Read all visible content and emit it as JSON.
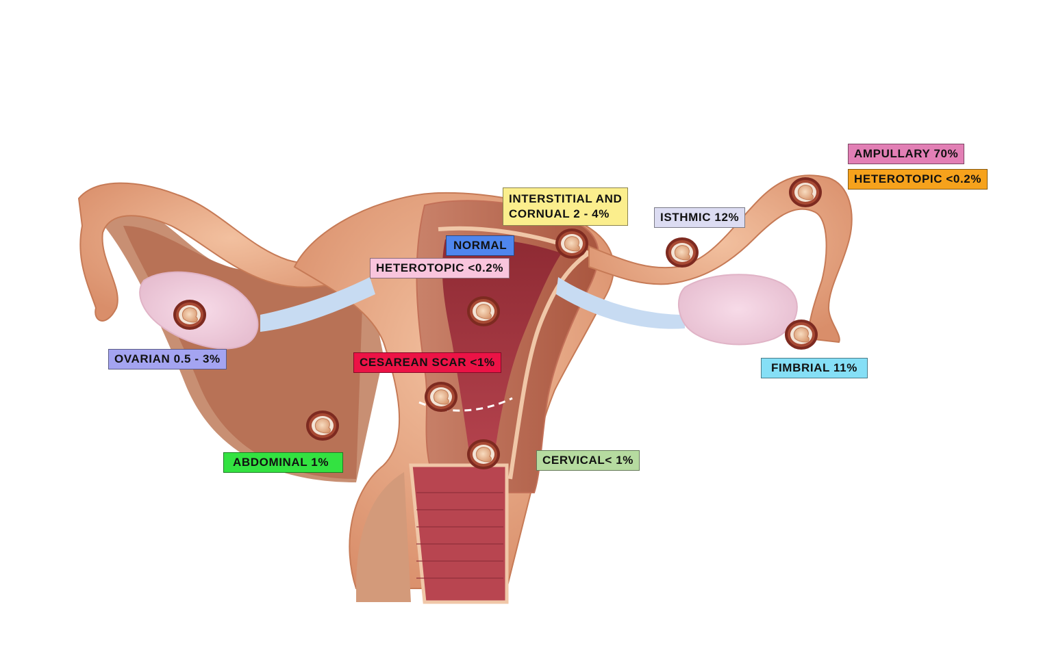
{
  "labels": {
    "ampullary": {
      "text": "AMPULLARY 70%",
      "color": "#e27fb5"
    },
    "heterotopic_tube": {
      "text": "HETEROTOPIC <0.2%",
      "color": "#f6a21c"
    },
    "interstitial": {
      "text": "INTERSTITIAL AND\nCORNUAL 2 - 4%",
      "color": "#fbee8d"
    },
    "isthmic": {
      "text": "ISTHMIC 12%",
      "color": "#dcdcf2"
    },
    "normal": {
      "text": "NORMAL",
      "color": "#4f86ee"
    },
    "heterotopic_uterus": {
      "text": "HETEROTOPIC <0.2%",
      "color": "#f9c5dd"
    },
    "ovarian": {
      "text": "OVARIAN 0.5 - 3%",
      "color": "#a4a4f1"
    },
    "cesarean": {
      "text": "CESAREAN SCAR <1%",
      "color": "#ec1346"
    },
    "fimbrial": {
      "text": "FIMBRIAL 11%",
      "color": "#85dff6"
    },
    "abdominal": {
      "text": "ABDOMINAL 1%",
      "color": "#33e241"
    },
    "cervical": {
      "text": "CERVICAL< 1%",
      "color": "#b6dba0"
    }
  },
  "colors": {
    "outer_tissue": "#e9a884",
    "inner_tissue": "#c06a5e",
    "cavity": "#9a2f3a",
    "ovary": "#f4d6e4",
    "ligament": "#b8cfee",
    "embryo_sac": "#8a2d22",
    "embryo": "#f2c6a0"
  }
}
